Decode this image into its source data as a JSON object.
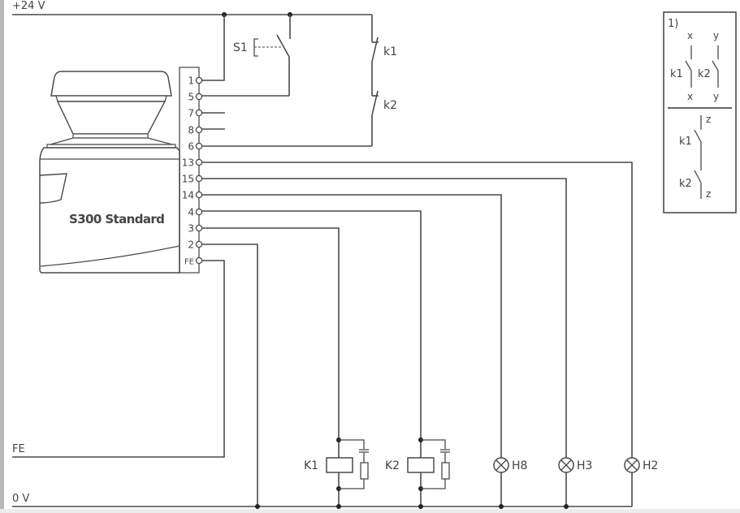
{
  "rails": {
    "plus24v": "+24 V",
    "fe": "FE",
    "zero_v": "0 V"
  },
  "device": {
    "name": "S300 Standard",
    "terminals": [
      "1",
      "5",
      "7",
      "8",
      "6",
      "13",
      "15",
      "14",
      "4",
      "3",
      "2",
      "FE"
    ]
  },
  "switch": {
    "label": "S1"
  },
  "contacts": {
    "k1": "k1",
    "k2": "k2"
  },
  "relays": [
    {
      "label": "K1"
    },
    {
      "label": "K2"
    }
  ],
  "lamps": [
    {
      "label": "H8"
    },
    {
      "label": "H3"
    },
    {
      "label": "H2"
    }
  ],
  "note": {
    "number": "1)",
    "x": "x",
    "y": "y",
    "z": "z",
    "k1": "k1",
    "k2": "k2"
  },
  "colors": {
    "wire": "#4a4a4a",
    "background": "#ffffff"
  }
}
